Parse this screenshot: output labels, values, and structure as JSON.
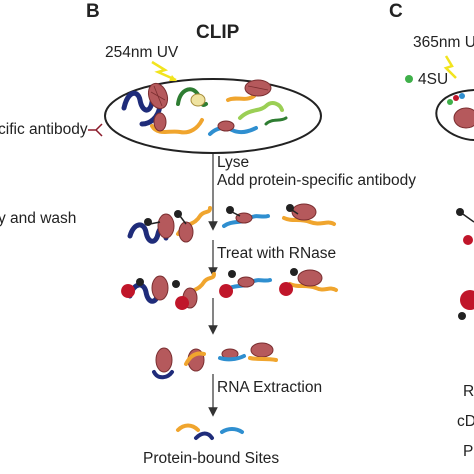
{
  "panel_b": {
    "letter": "B",
    "title": "CLIP",
    "uv_label": "254nm UV",
    "steps": [
      "Lyse",
      "Add protein-specific antibody",
      "Treat with RNase",
      "RNA Extraction"
    ],
    "result": "Protein-bound Sites"
  },
  "panel_c": {
    "letter": "C",
    "uv_label": "365nm U",
    "nucleoside_label": "4SU",
    "cut_text_1": "R",
    "cut_text_2": "cD",
    "cut_text_3": "P"
  },
  "panel_a_partial": {
    "antibody_text": "cific antibody",
    "wash_text": "y and wash"
  },
  "colors": {
    "navy": "#1f2c7a",
    "orange": "#f0a52e",
    "blue": "#2f8fd0",
    "green": "#2e7d32",
    "light_green": "#9bcf55",
    "protein": "#b5595c",
    "red": "#c0162a",
    "lightning": "#f2e41e",
    "green_dot": "#3fb04a"
  }
}
